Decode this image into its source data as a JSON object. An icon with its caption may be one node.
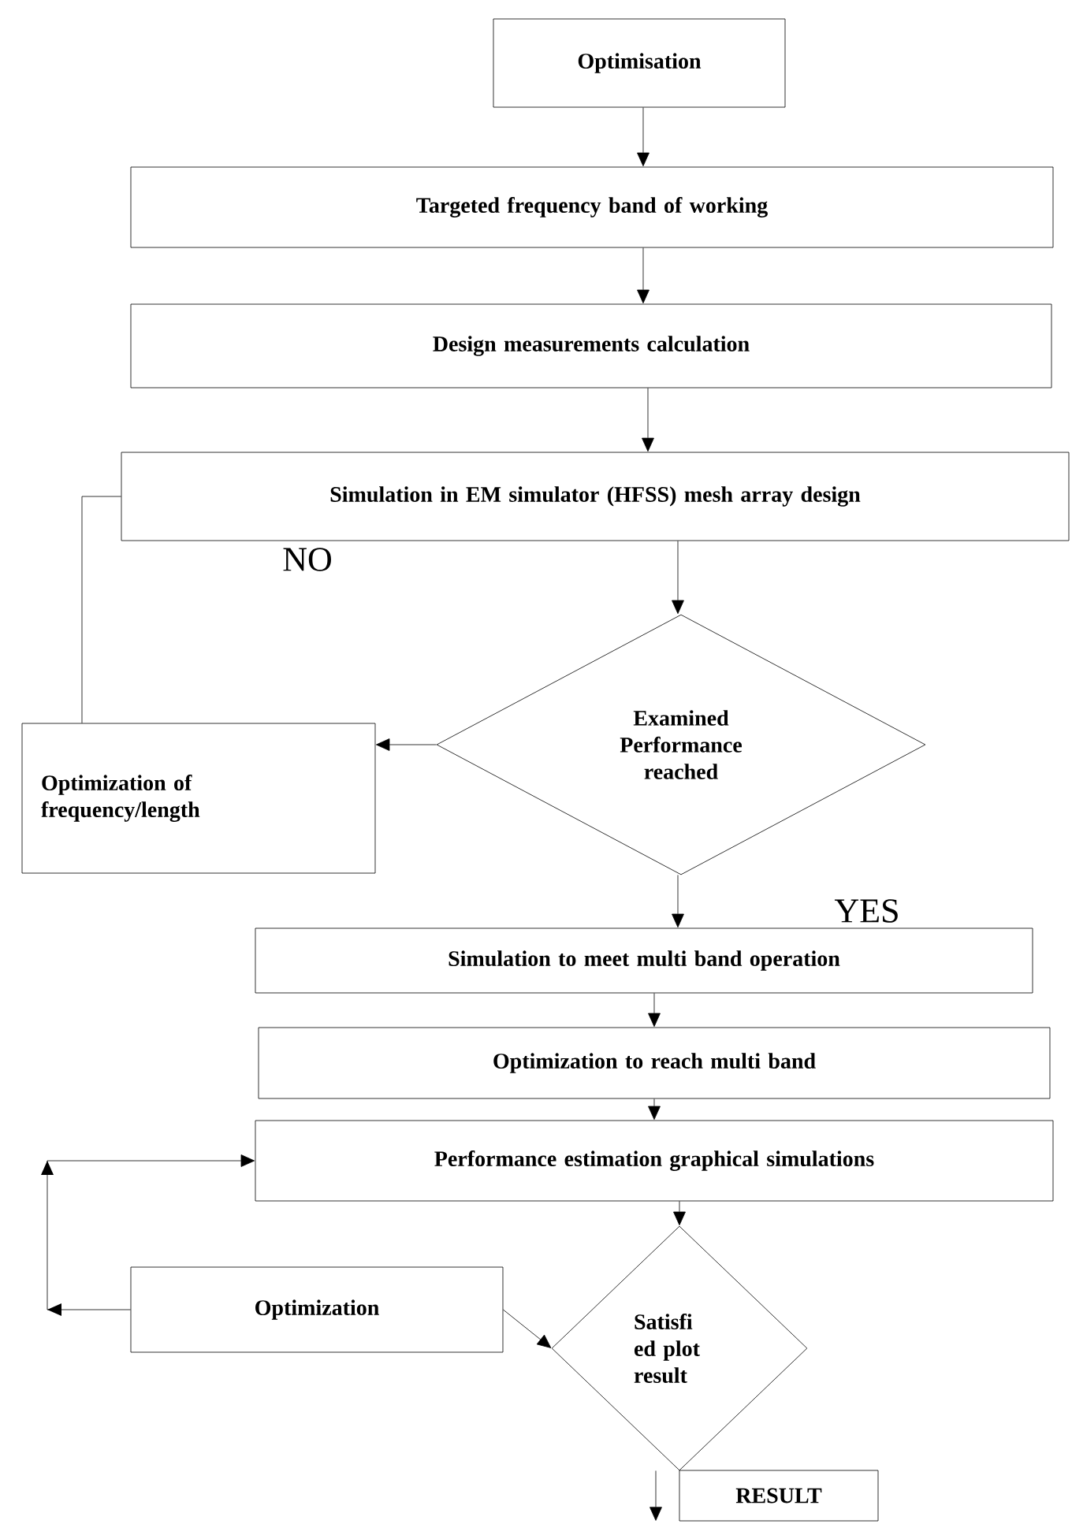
{
  "diagram": {
    "nodes": [
      {
        "text": [
          "Optimisation"
        ]
      },
      {
        "text": [
          "Targeted frequency band of working"
        ]
      },
      {
        "text": [
          "Design measurements calculation"
        ]
      },
      {
        "text": [
          "Simulation in EM simulator (HFSS) mesh array design"
        ]
      },
      {
        "text": [
          "Examined Performance reached"
        ]
      },
      {
        "text": [
          "Optimization of frequency/length"
        ]
      },
      {
        "text": [
          "Simulation to meet multi band operation"
        ]
      },
      {
        "text": [
          "Optimization to reach multi band"
        ]
      },
      {
        "text": [
          "Performance estimation graphical simulations"
        ]
      },
      {
        "text": [
          "Optimization"
        ]
      },
      {
        "text": [
          "Satisfi ed plot result"
        ]
      },
      {
        "text": [
          "RESULT"
        ]
      }
    ],
    "edges": [
      {
        "from": 0,
        "to": 1,
        "arrow": "to"
      },
      {
        "from": 1,
        "to": 2,
        "arrow": "to"
      },
      {
        "from": 2,
        "to": 3,
        "arrow": "to"
      },
      {
        "from": 3,
        "to": 4,
        "arrow": "to"
      },
      {
        "from": 4,
        "to": 5,
        "arrow": "to"
      },
      {
        "from": 5,
        "to": 3,
        "arrow": "none"
      },
      {
        "from": 4,
        "to": 6,
        "arrow": "to"
      },
      {
        "from": 6,
        "to": 7,
        "arrow": "to"
      },
      {
        "from": 7,
        "to": 8,
        "arrow": "to"
      },
      {
        "from": 8,
        "to": 10,
        "arrow": "to"
      },
      {
        "from": 9,
        "to": 10,
        "arrow": "to"
      },
      {
        "from": 9,
        "to": 8,
        "arrow": "to"
      },
      {
        "from": 10,
        "to": 11,
        "arrow": "to"
      }
    ],
    "labels": [
      "NO",
      "YES"
    ]
  }
}
